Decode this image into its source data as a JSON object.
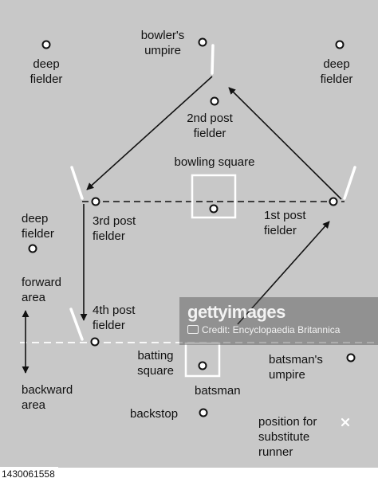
{
  "diagram": {
    "labels": {
      "bowlers_umpire": "bowler's\numpire",
      "deep_fielder_top_left": "deep\nfielder",
      "deep_fielder_top_right": "deep\nfielder",
      "second_post": "2nd post\nfielder",
      "bowling_square": "bowling square",
      "third_post": "3rd post\nfielder",
      "first_post": "1st post\nfielder",
      "deep_fielder_left": "deep\nfielder",
      "forward_area": "forward\narea",
      "fourth_post": "4th post\nfielder",
      "batting_square": "batting\nsquare",
      "batsmans_umpire": "batsman's\numpire",
      "batsman": "batsman",
      "backward_area": "backward\narea",
      "backstop": "backstop",
      "substitute_runner": "position for\nsubstitute\nrunner"
    }
  },
  "watermark": {
    "brand": "gettyimages",
    "credit": "Credit: Encyclopaedia Britannica"
  },
  "image_id": "1430061558",
  "colors": {
    "background": "#c8c8c8",
    "line": "#111111",
    "white": "#ffffff"
  }
}
